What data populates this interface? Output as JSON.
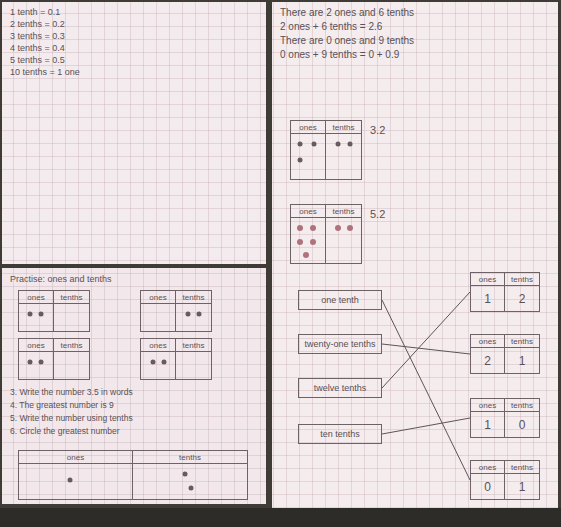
{
  "diagram": {
    "nodes": [
      {
        "text": [
          "ones",
          "tenths"
        ]
      },
      {
        "text": [
          "ones",
          "tenths"
        ]
      },
      {
        "text": [
          "ones",
          "tenths"
        ]
      },
      {
        "text": [
          "ones",
          "tenths"
        ]
      },
      {
        "text": [
          "ones",
          "tenths"
        ]
      },
      {
        "text": [
          "ones",
          "tenths"
        ]
      },
      {
        "text": [
          "ones",
          "tenths"
        ]
      },
      {
        "text": [
          "one tenth"
        ]
      },
      {
        "text": [
          "twenty-one tenths"
        ]
      },
      {
        "text": [
          "twelve tenths"
        ]
      },
      {
        "text": [
          "ten tenths"
        ]
      },
      {
        "text": [
          "ones",
          "tenths",
          "1",
          "2"
        ]
      },
      {
        "text": [
          "ones",
          "tenths",
          "2",
          "1"
        ]
      },
      {
        "text": [
          "ones",
          "tenths",
          "1",
          "0"
        ]
      },
      {
        "text": [
          "ones",
          "tenths",
          "0",
          "1"
        ]
      }
    ],
    "edges": [
      {
        "from": 7,
        "to": 14,
        "arrow": "none"
      },
      {
        "from": 8,
        "to": 12,
        "arrow": "none"
      },
      {
        "from": 9,
        "to": 11,
        "arrow": "none"
      },
      {
        "from": 10,
        "to": 13,
        "arrow": "none"
      }
    ],
    "labels": [
      "1 tenth = 0.1",
      "2 tenths = 0.2",
      "3 tenths = 0.3",
      "4 tenths = 0.4",
      "5 tenths = 0.5",
      "10 tenths = 1 one",
      "Practise: ones and tenths",
      "3. Write the number 3.5 in words",
      "4. The greatest number is 9",
      "5. Write the number using tenths",
      "6. Circle the greatest number",
      "There are 2 ones and 6 tenths",
      "2 ones + 6 tenths = 2.6",
      "There are 0 ones and 9 tenths",
      "0 ones + 9 tenths = 0 + 0.9",
      "3.2",
      "5.2"
    ]
  }
}
